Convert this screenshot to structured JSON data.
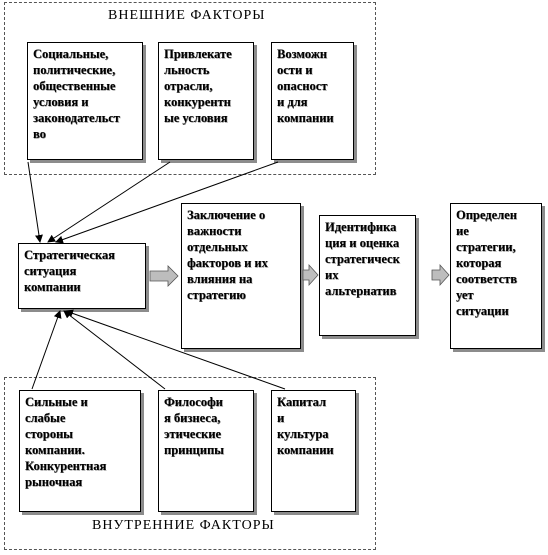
{
  "external": {
    "title": "ВНЕШНИЕ  ФАКТОРЫ",
    "boxes": [
      {
        "lines": [
          "Социальные,",
          "политические,",
          "общественные",
          "условия и",
          "законодательст",
          "во"
        ]
      },
      {
        "lines": [
          "Привлекате",
          "льность",
          "отрасли,",
          "конкурентн",
          "ые условия"
        ]
      },
      {
        "lines": [
          "Возможн",
          "ости и",
          "опасност",
          "и для",
          "компании"
        ]
      }
    ]
  },
  "internal": {
    "title": "ВНУТРЕННИЕ  ФАКТОРЫ",
    "boxes": [
      {
        "lines": [
          "Сильные и",
          "слабые",
          "стороны",
          "компании.",
          "Конкурентная",
          "рыночная"
        ]
      },
      {
        "lines": [
          "Философи",
          "я бизнеса,",
          "этические",
          "принципы"
        ]
      },
      {
        "lines": [
          "Капитал",
          "и",
          "культура",
          "компании"
        ]
      }
    ]
  },
  "flow": [
    {
      "lines": [
        "Стратегическая",
        "ситуация",
        "компании"
      ]
    },
    {
      "lines": [
        "Заключение о",
        "важности",
        "отдельных",
        "факторов  и их",
        "влияния на",
        "стратегию"
      ]
    },
    {
      "lines": [
        "Идентифика",
        "ция и оценка",
        "стратегическ",
        "их",
        "альтернатив"
      ]
    },
    {
      "lines": [
        "Определен",
        "ие",
        "стратегии,",
        "которая",
        "соответств",
        "ует",
        "ситуации"
      ]
    }
  ]
}
